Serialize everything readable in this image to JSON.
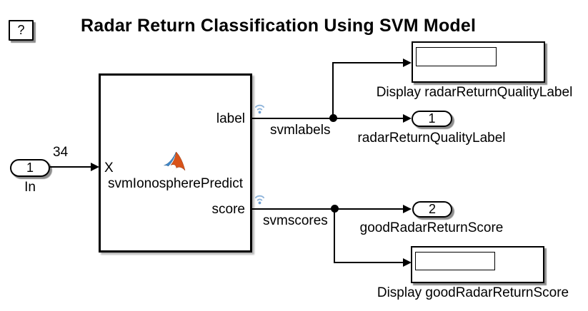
{
  "title": "Radar Return Classification Using SVM Model",
  "help_block": {
    "label": "?"
  },
  "inport": {
    "number": "1",
    "name": "In"
  },
  "predict_block": {
    "name": "svmIonospherePredict",
    "input_port_label": "X",
    "output_port_label_top": "label",
    "output_port_label_bottom": "score"
  },
  "signals": {
    "input_dimension": "34",
    "labels_signal_name": "svmlabels",
    "scores_signal_name": "svmscores"
  },
  "display_label_block": {
    "name": "Display radarReturnQualityLabel",
    "value": ""
  },
  "display_score_block": {
    "name": "Display goodRadarReturnScore",
    "value": ""
  },
  "outport_label": {
    "number": "1",
    "name": "radarReturnQualityLabel"
  },
  "outport_score": {
    "number": "2",
    "name": "goodRadarReturnScore"
  },
  "icons": {
    "matlab_logo": "matlab-membrane-logo",
    "logging_badge": "wireless-signal-logging-icon"
  },
  "colors": {
    "line": "#000000",
    "block_fill": "#ffffff",
    "logging_badge_blue": "#8FB4DA",
    "matlab_orange": "#D95319",
    "matlab_blue": "#4087C7"
  }
}
